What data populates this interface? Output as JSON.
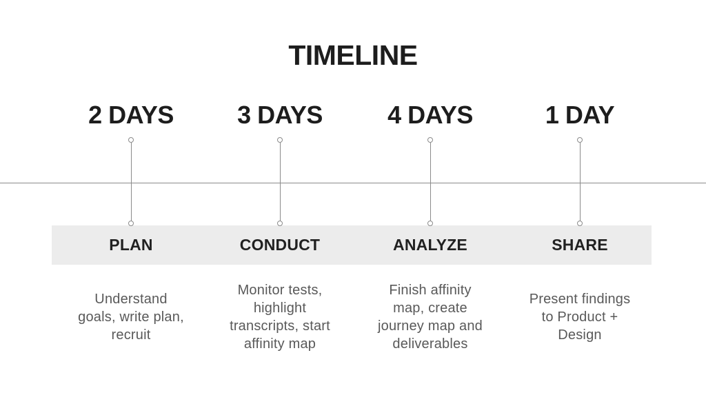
{
  "title": "TIMELINE",
  "colors": {
    "text_dark": "#1d1d1d",
    "text_muted": "#595959",
    "line": "#8a8a8a",
    "band": "#ececec",
    "background": "#ffffff"
  },
  "columns": [
    {
      "duration": "2 DAYS",
      "phase": "PLAN",
      "description": "Understand\ngoals, write plan,\nrecruit"
    },
    {
      "duration": "3 DAYS",
      "phase": "CONDUCT",
      "description": "Monitor tests,\nhighlight\ntranscripts, start\naffinity map"
    },
    {
      "duration": "4 DAYS",
      "phase": "ANALYZE",
      "description": "Finish affinity\nmap, create\njourney map and\ndeliverables"
    },
    {
      "duration": "1 DAY",
      "phase": "SHARE",
      "description": "Present findings\nto Product +\nDesign"
    }
  ]
}
